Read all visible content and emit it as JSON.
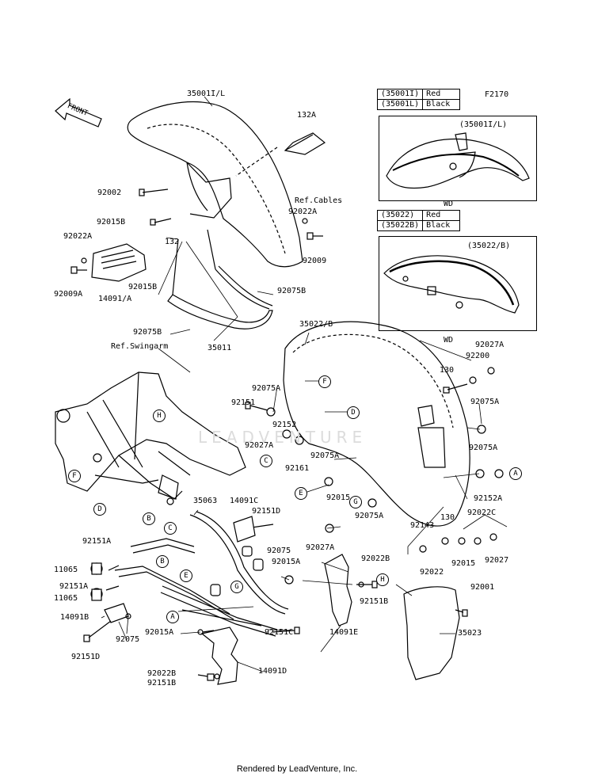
{
  "diagram_code": "F2170",
  "front_label": "FRONT",
  "watermark_text": "LEADVENTURE",
  "footer": "Rendered by LeadVenture, Inc.",
  "variant_tables": {
    "fender_front": [
      {
        "code": "(35001I)",
        "color": "Red"
      },
      {
        "code": "(35001L)",
        "color": "Black"
      }
    ],
    "fender_rear_wd": "WD",
    "fender_rear": [
      {
        "code": "(35022)",
        "color": "Red"
      },
      {
        "code": "(35022B)",
        "color": "Black"
      }
    ]
  },
  "inset_captions": {
    "front": "(35001I/L)",
    "rear": "(35022/B)"
  },
  "wd_note": "WD",
  "labels": {
    "l_35001IL": "35001I/L",
    "l_132A": "132A",
    "l_refcables": "Ref.Cables",
    "l_92022A_r": "92022A",
    "l_92009": "92009",
    "l_92002": "92002",
    "l_92015B_a": "92015B",
    "l_132": "132",
    "l_92022A_l": "92022A",
    "l_92009A": "92009A",
    "l_92015B_b": "92015B",
    "l_14091A": "14091/A",
    "l_92075B_a": "92075B",
    "l_92075B_b": "92075B",
    "l_35011": "35011",
    "l_35022B": "35022/B",
    "l_refswing": "Ref.Swingarm",
    "l_92027A_t": "92027A",
    "l_92200": "92200",
    "l_130_t": "130",
    "l_92075A_1": "92075A",
    "l_92151": "92151",
    "l_92152": "92152",
    "l_92075A_r": "92075A",
    "l_92027A_m": "92027A",
    "l_92161": "92161",
    "l_92075A_2": "92075A",
    "l_92075A_r2": "92075A",
    "l_92152A": "92152A",
    "l_35063": "35063",
    "l_14091C": "14091C",
    "l_92151D_t": "92151D",
    "l_92015": "92015",
    "l_92075A_3": "92075A",
    "l_92022C": "92022C",
    "l_92143": "92143",
    "l_130_b": "130",
    "l_92151A_t": "92151A",
    "l_92075": "92075",
    "l_92027A_b": "92027A",
    "l_92015A_r": "92015A",
    "l_92022B_r": "92022B",
    "l_92022": "92022",
    "l_92015_b": "92015",
    "l_92027": "92027",
    "l_11065_a": "11065",
    "l_92151A_b": "92151A",
    "l_11065_b": "11065",
    "l_92151B_r": "92151B",
    "l_92001": "92001",
    "l_14091B": "14091B",
    "l_92075_b": "92075",
    "l_92015A_b": "92015A",
    "l_92151C": "92151C",
    "l_14091E": "14091E",
    "l_35023": "35023",
    "l_92151D_b": "92151D",
    "l_92022B_b": "92022B",
    "l_14091D": "14091D",
    "l_92151B_b": "92151B"
  },
  "callouts": {
    "c_F1": "F",
    "c_D1": "D",
    "c_C1": "C",
    "c_E1": "E",
    "c_G1": "G",
    "c_A1": "A",
    "c_H1": "H",
    "c_F2": "F",
    "c_D2": "D",
    "c_B1": "B",
    "c_C2": "C",
    "c_B2": "B",
    "c_E2": "E",
    "c_G2": "G",
    "c_A2": "A",
    "c_H2": "H"
  }
}
